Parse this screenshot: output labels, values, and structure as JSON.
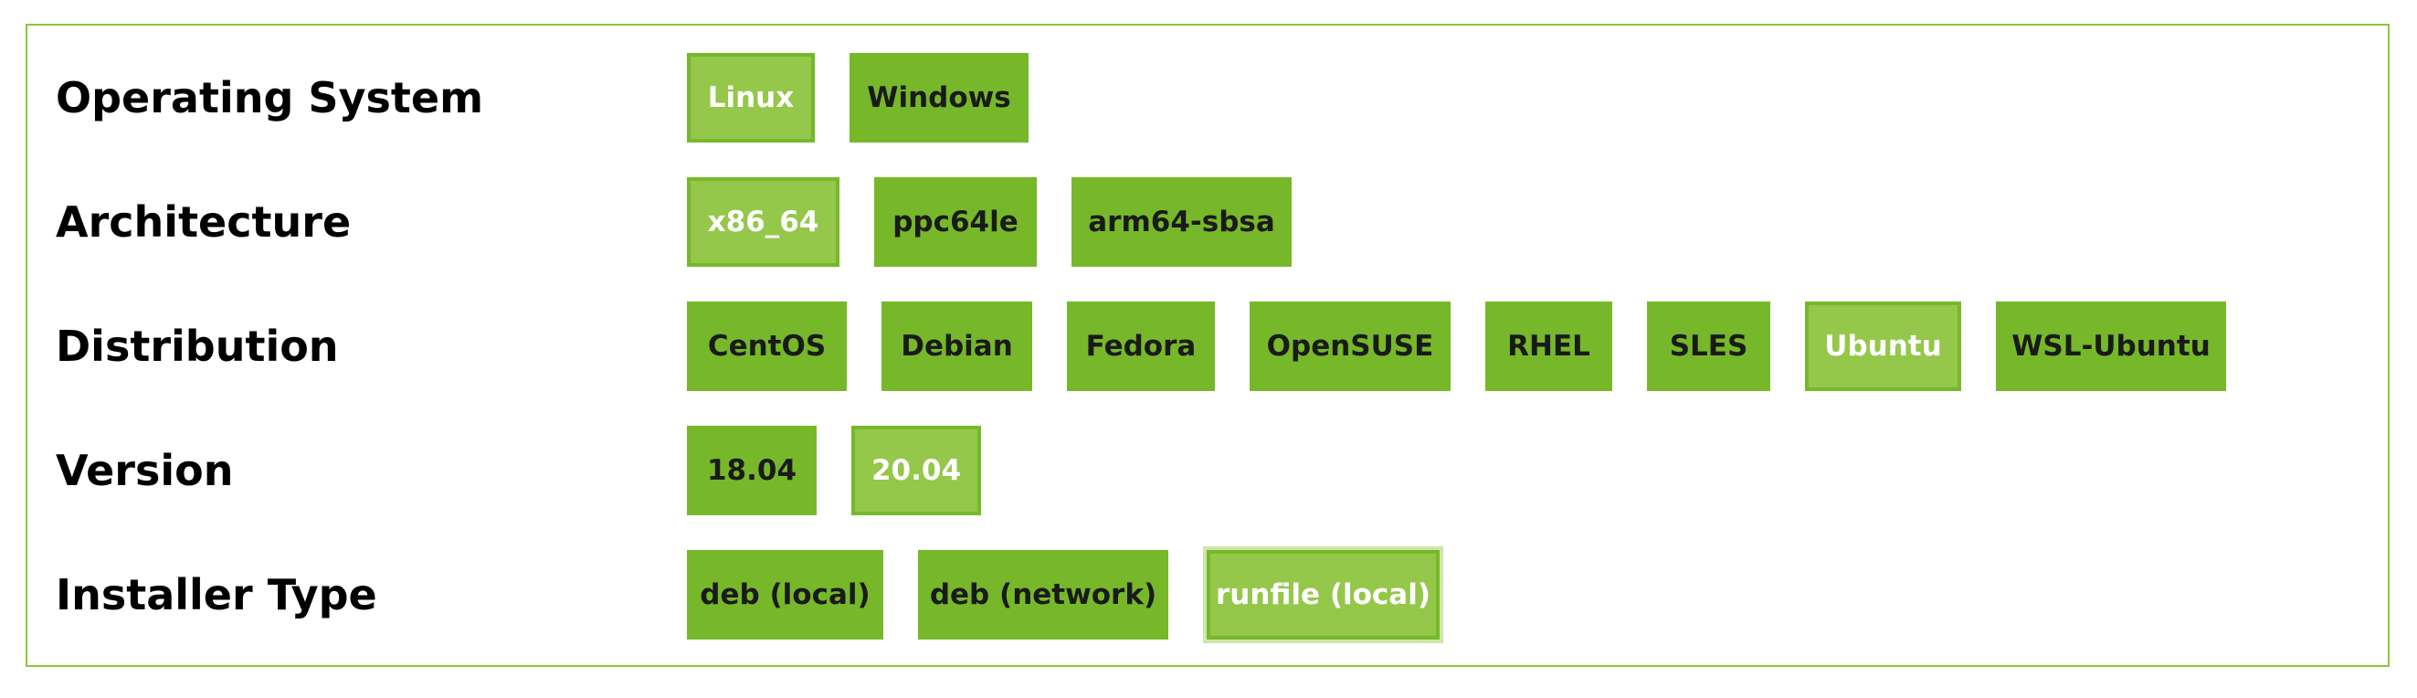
{
  "selector": {
    "rows": [
      {
        "key": "os",
        "label": "Operating System",
        "options": [
          {
            "label": "Linux",
            "selected": true
          },
          {
            "label": "Windows",
            "selected": false
          }
        ]
      },
      {
        "key": "arch",
        "label": "Architecture",
        "options": [
          {
            "label": "x86_64",
            "selected": true
          },
          {
            "label": "ppc64le",
            "selected": false
          },
          {
            "label": "arm64-sbsa",
            "selected": false
          }
        ]
      },
      {
        "key": "distro",
        "label": "Distribution",
        "options": [
          {
            "label": "CentOS",
            "selected": false
          },
          {
            "label": "Debian",
            "selected": false
          },
          {
            "label": "Fedora",
            "selected": false
          },
          {
            "label": "OpenSUSE",
            "selected": false
          },
          {
            "label": "RHEL",
            "selected": false
          },
          {
            "label": "SLES",
            "selected": false
          },
          {
            "label": "Ubuntu",
            "selected": true
          },
          {
            "label": "WSL-Ubuntu",
            "selected": false
          }
        ]
      },
      {
        "key": "version",
        "label": "Version",
        "options": [
          {
            "label": "18.04",
            "selected": false
          },
          {
            "label": "20.04",
            "selected": true
          }
        ]
      },
      {
        "key": "installer",
        "label": "Installer Type",
        "options": [
          {
            "label": "deb (local)",
            "selected": false
          },
          {
            "label": "deb (network)",
            "selected": false
          },
          {
            "label": "runfile (local)",
            "selected": true,
            "focused": true
          }
        ]
      }
    ]
  },
  "colors": {
    "border": "#8cc63f",
    "button": "#76b82a",
    "button_selected": "#94c74a",
    "focus_ring": "#cfe6a8"
  }
}
